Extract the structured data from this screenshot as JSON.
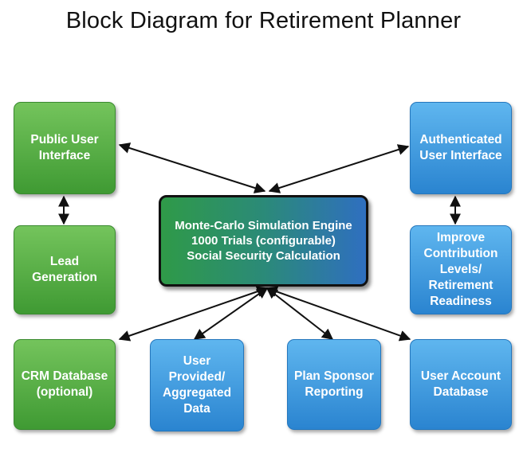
{
  "title": "Block Diagram for Retirement Planner",
  "nodes": {
    "public_ui": "Public User\nInterface",
    "lead_gen": "Lead\nGeneration",
    "crm_db": "CRM Database\n(optional)",
    "user_data": "User\nProvided/\nAggregated\nData",
    "sponsor_reporting": "Plan Sponsor\nReporting",
    "account_db": "User Account\nDatabase",
    "auth_ui": "Authenticated\nUser Interface",
    "improve": "Improve\nContribution\nLevels/\nRetirement\nReadiness",
    "engine": "Monte-Carlo Simulation Engine\n1000 Trials (configurable)\nSocial Security Calculation"
  },
  "colors": {
    "green": "#4caf3f",
    "blue": "#3c9be0",
    "outline": "#111111"
  }
}
